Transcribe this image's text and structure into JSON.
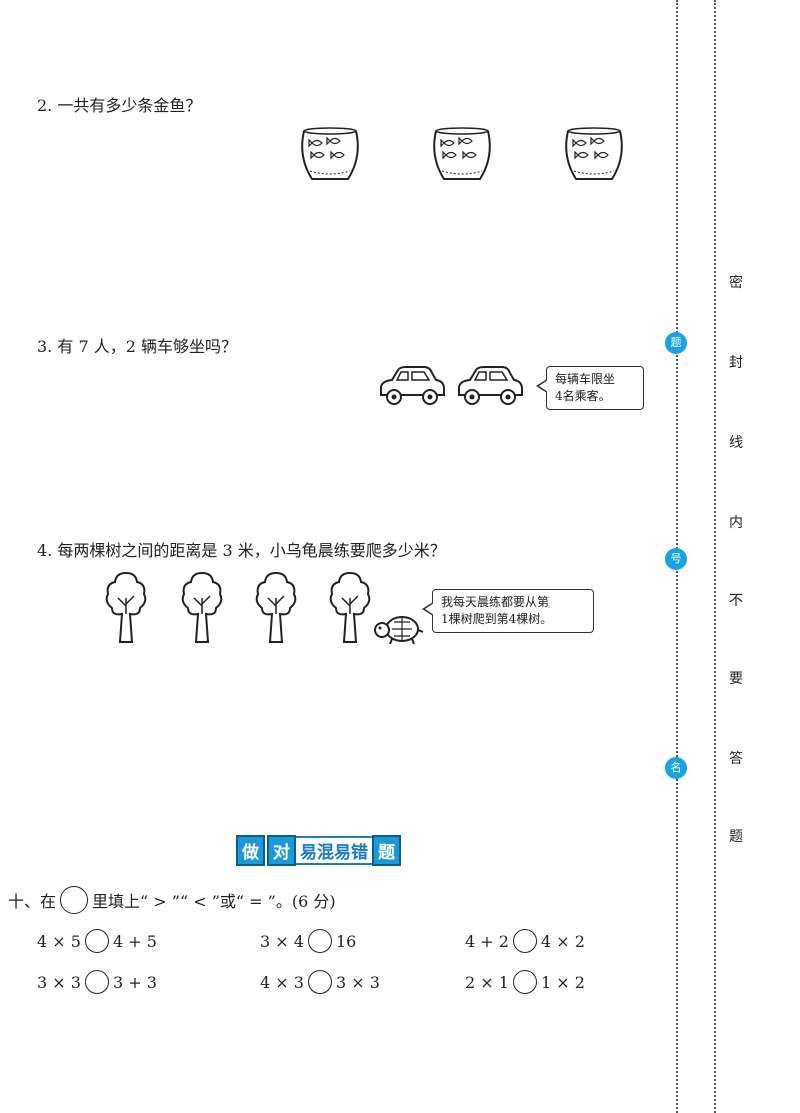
{
  "questions": {
    "q2": "2. 一共有多少条金鱼？",
    "q3": "3. 有 7 人，2 辆车够坐吗？",
    "q4": "4. 每两棵树之间的距离是 3 米，小乌龟晨练要爬多少米？"
  },
  "bubbles": {
    "car_line1": "每辆车限坐",
    "car_line2": "4名乘客。",
    "turtle_line1": "我每天晨练都要从第",
    "turtle_line2": "1棵树爬到第4棵树。"
  },
  "banner": {
    "part1": "做",
    "part2": "对",
    "part3": "易混易错",
    "part4": "题"
  },
  "section10": {
    "prefix": "十、在",
    "suffix": "里填上“ > ”“ < ”或“ = ”。(6 分)",
    "row1": [
      {
        "left": "4 × 5",
        "right": "4 + 5"
      },
      {
        "left": "3 × 4",
        "right": "16"
      },
      {
        "left": "4 + 2",
        "right": "4 × 2"
      }
    ],
    "row2": [
      {
        "left": "3 × 3",
        "right": "3 + 3"
      },
      {
        "left": "4 × 3",
        "right": "3 × 3"
      },
      {
        "left": "2 × 1",
        "right": "1 × 2"
      }
    ]
  },
  "seal_line": [
    "密",
    "封",
    "线",
    "内",
    "不",
    "要",
    "答",
    "题"
  ],
  "side_markers": [
    "题",
    "号",
    "名"
  ]
}
